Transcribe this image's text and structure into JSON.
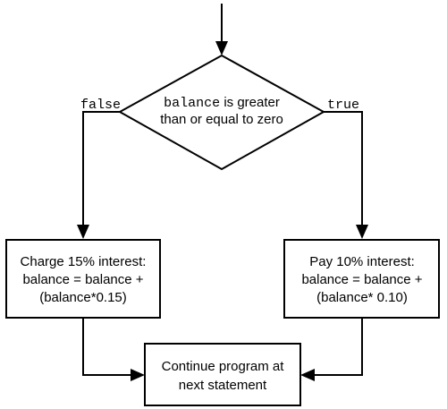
{
  "decision": {
    "keyword": "balance",
    "line1_rest": " is greater",
    "line2": "than or equal to zero"
  },
  "branches": {
    "false_label": "false",
    "true_label": "true"
  },
  "left_box": {
    "line1": "Charge 15% interest:",
    "line2": "balance = balance +",
    "line3": "(balance*0.15)"
  },
  "right_box": {
    "line1": "Pay 10% interest:",
    "line2": "balance = balance +",
    "line3": "(balance* 0.10)"
  },
  "end_box": {
    "line1": "Continue program at",
    "line2": "next statement"
  }
}
